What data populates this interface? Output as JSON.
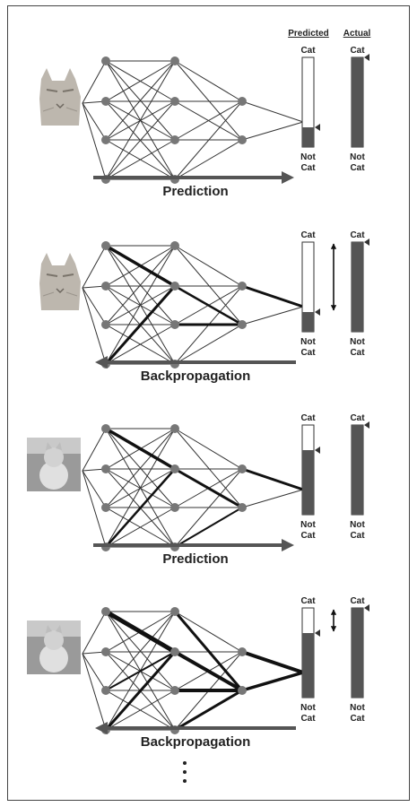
{
  "headers": {
    "predicted": "Predicted",
    "actual": "Actual"
  },
  "labels": {
    "cat": "Cat",
    "not": "Not",
    "not_cat_line2": "Cat"
  },
  "panels": [
    {
      "caption": "Prediction",
      "direction": "forward",
      "image": "cat-face-photo",
      "predicted_fill": 0.22,
      "actual_fill": 1.0,
      "show_error_arrow": false
    },
    {
      "caption": "Backpropagation",
      "direction": "backward",
      "image": "cat-face-photo",
      "predicted_fill": 0.22,
      "actual_fill": 1.0,
      "show_error_arrow": true
    },
    {
      "caption": "Prediction",
      "direction": "forward",
      "image": "kitten-photo",
      "predicted_fill": 0.72,
      "actual_fill": 1.0,
      "show_error_arrow": false
    },
    {
      "caption": "Backpropagation",
      "direction": "backward",
      "image": "kitten-photo",
      "predicted_fill": 0.72,
      "actual_fill": 1.0,
      "show_error_arrow": true
    }
  ],
  "continuation": "vertical-ellipsis",
  "colors": {
    "node": "#777777",
    "bar_fill": "#555555",
    "arrow": "#555555",
    "edge": "#333333"
  }
}
